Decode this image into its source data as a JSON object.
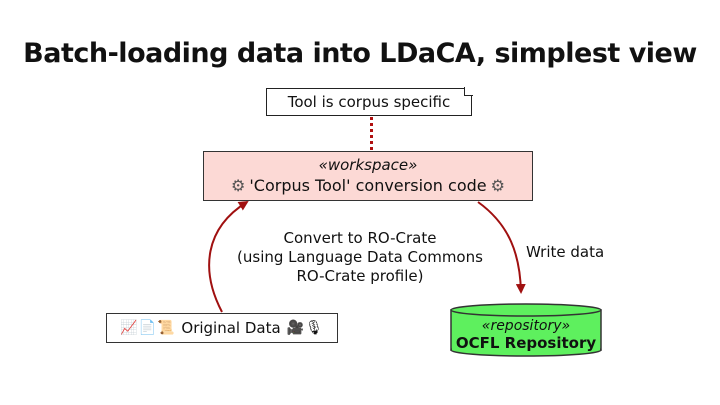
{
  "title": "Batch-loading data into LDaCA, simplest view",
  "note": "Tool is corpus specific",
  "workspace": {
    "stereotype": "«workspace»",
    "label": "'Corpus Tool' conversion code",
    "gear": "⚙"
  },
  "original": {
    "label": "Original Data",
    "icons_left": "📈📄📜",
    "icons_right": "🎥🎙"
  },
  "repository": {
    "stereotype": "«repository»",
    "label": "OCFL Repository",
    "color": "#5ef05e"
  },
  "edges": {
    "convert_lines": [
      "Convert to RO-Crate",
      "(using Language Data Commons",
      "RO-Crate profile)"
    ],
    "write": "Write data"
  },
  "colors": {
    "arrow": "#a01010",
    "workspace_fill": "#fcd9d5"
  }
}
